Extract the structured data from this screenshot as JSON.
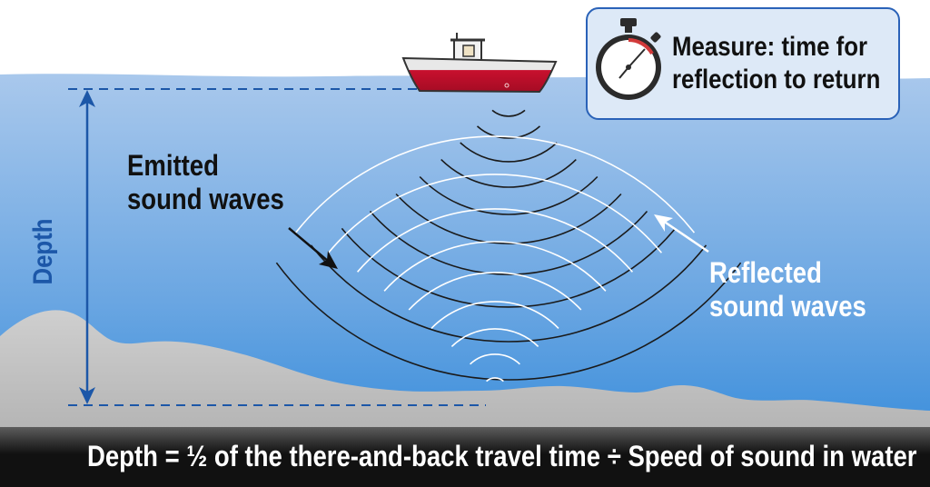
{
  "labels": {
    "emitted_line1": "Emitted",
    "emitted_line2": "sound waves",
    "reflected_line1": "Reflected",
    "reflected_line2": "sound waves",
    "depth": "Depth",
    "measure_line1": "Measure: time for",
    "measure_line2": "reflection to return",
    "formula": "Depth = ½ of the there-and-back travel time ÷ Speed of sound in water"
  },
  "icons": {
    "timer": "stopwatch-icon",
    "boat": "boat-icon"
  },
  "colors": {
    "water_top": "#a9c8ec",
    "water_bottom": "#2b86d9",
    "sky": "#ffffff",
    "seabed": "#c9c9c9",
    "boat_hull": "#c8102e",
    "depth_arrow": "#1c57a8",
    "emitted_waves": "#1a1a1a",
    "reflected_waves": "#ffffff",
    "box_border": "#2a62b8"
  }
}
